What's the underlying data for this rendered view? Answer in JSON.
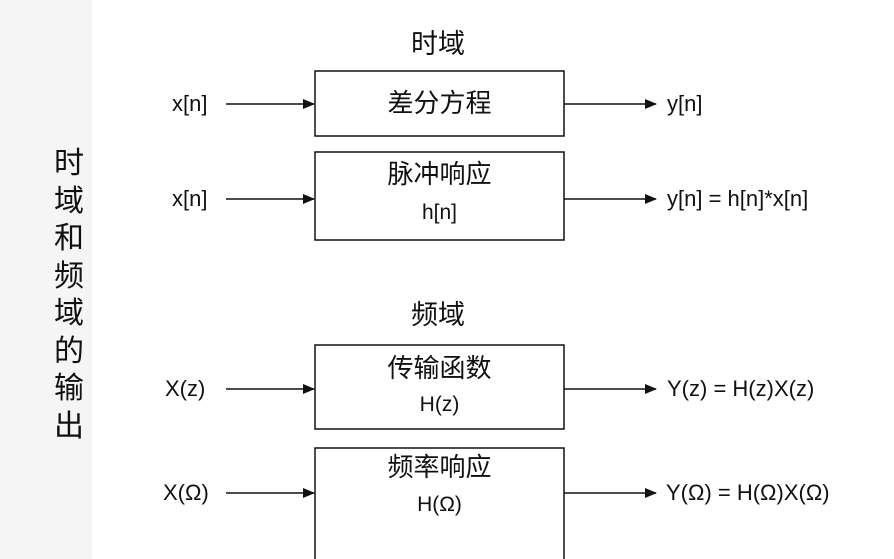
{
  "side_title": "时域和频域的输出",
  "time_domain": {
    "title": "时域",
    "rows": [
      {
        "input": "x[n]",
        "box_title": "差分方程",
        "box_sub": "",
        "output": "y[n]"
      },
      {
        "input": "x[n]",
        "box_title": "脉冲响应",
        "box_sub": "h[n]",
        "output": "y[n] = h[n]*x[n]"
      }
    ]
  },
  "freq_domain": {
    "title": "频域",
    "rows": [
      {
        "input": "X(z)",
        "box_title": "传输函数",
        "box_sub": "H(z)",
        "output": "Y(z) = H(z)X(z)"
      },
      {
        "input": "X(Ω)",
        "box_title": "频率响应",
        "box_sub": "H(Ω)",
        "output": "Y(Ω) = H(Ω)X(Ω)"
      }
    ]
  }
}
